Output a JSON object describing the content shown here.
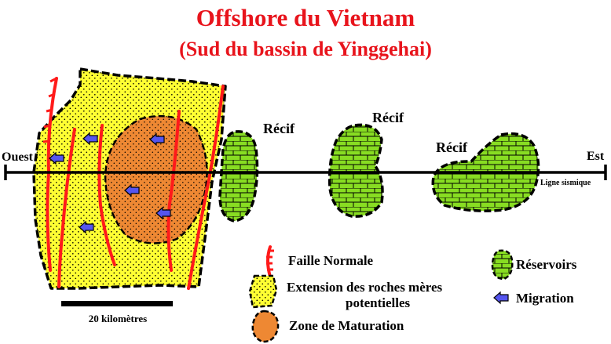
{
  "title": "Offshore du Vietnam",
  "subtitle": "(Sud du bassin de Yinggehai)",
  "reef_labels": [
    "Récif",
    "Récif",
    "Récif"
  ],
  "axis": {
    "west_label": "Ouest",
    "east_label": "Est",
    "seismic_label": "Ligne sismique"
  },
  "scale_label": "20 kilomètres",
  "legend": {
    "fault": "Faille Normale",
    "source_rock_line1": "Extension des roches mères",
    "source_rock_line2": "potentielles",
    "maturation": "Zone de Maturation",
    "reservoirs": "Réservoirs",
    "migration": "Migration"
  },
  "colors": {
    "title": "#e8141c",
    "fault": "#ff1a1a",
    "source_rock": "#ffff33",
    "maturation": "#ee8833",
    "reservoir": "#88dd22",
    "migration": "#5555ee"
  }
}
